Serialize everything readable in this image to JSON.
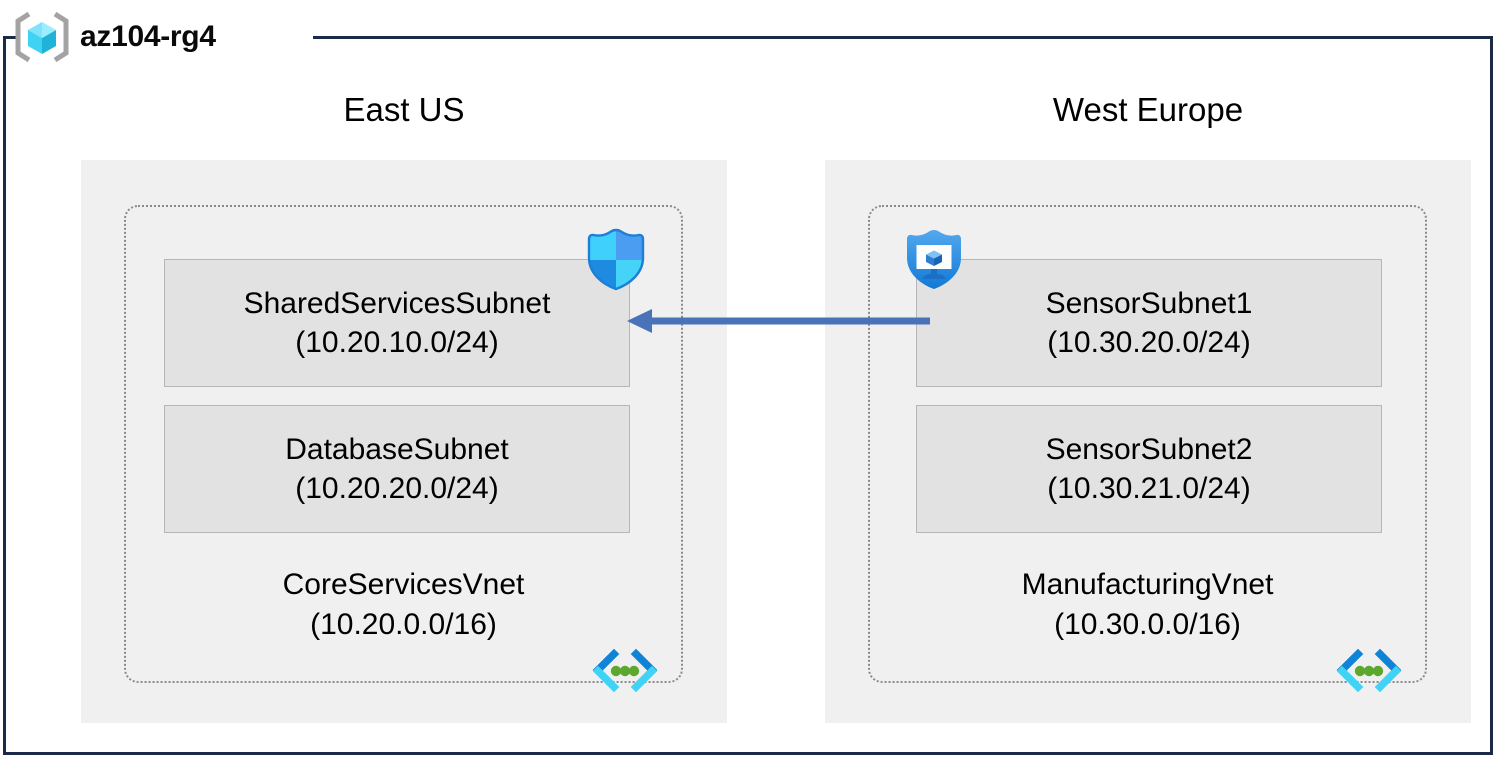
{
  "resource_group": {
    "name": "az104-rg4",
    "icon": "resource-group-icon"
  },
  "regions": [
    {
      "id": "east-us",
      "label": "East US"
    },
    {
      "id": "west-europe",
      "label": "West Europe"
    }
  ],
  "vnets": [
    {
      "id": "core-services-vnet",
      "region": "East US",
      "name": "CoreServicesVnet",
      "address_space": "(10.20.0.0/16)",
      "icon": "virtual-network-icon",
      "subnets": [
        {
          "id": "shared-services-subnet",
          "name": "SharedServicesSubnet",
          "cidr": "(10.20.10.0/24)",
          "badge_icon": "network-security-group-shield-icon"
        },
        {
          "id": "database-subnet",
          "name": "DatabaseSubnet",
          "cidr": "(10.20.20.0/24)",
          "badge_icon": null
        }
      ]
    },
    {
      "id": "manufacturing-vnet",
      "region": "West Europe",
      "name": "ManufacturingVnet",
      "address_space": "(10.30.0.0/16)",
      "icon": "virtual-network-icon",
      "subnets": [
        {
          "id": "sensor-subnet-1",
          "name": "SensorSubnet1",
          "cidr": "(10.30.20.0/24)",
          "badge_icon": "application-security-group-shield-icon"
        },
        {
          "id": "sensor-subnet-2",
          "name": "SensorSubnet2",
          "cidr": "(10.30.21.0/24)",
          "badge_icon": null
        }
      ]
    }
  ],
  "connection": {
    "id": "vnet-peering-arrow",
    "icon": "left-arrow-icon",
    "direction": "right-to-left",
    "from": "SensorSubnet1",
    "to": "SharedServicesSubnet",
    "label": ""
  },
  "colors": {
    "frame_border": "#1b2a47",
    "region_panel": "#f0f0f0",
    "subnet_fill": "#e2e2e2",
    "subnet_border": "#b6b6b6",
    "vnet_border": "#8a8a8a",
    "arrow": "#4a72b8",
    "azure_blue": "#0078d4",
    "azure_cyan": "#50e6ff",
    "vnet_icon_green": "#5ca82e"
  }
}
